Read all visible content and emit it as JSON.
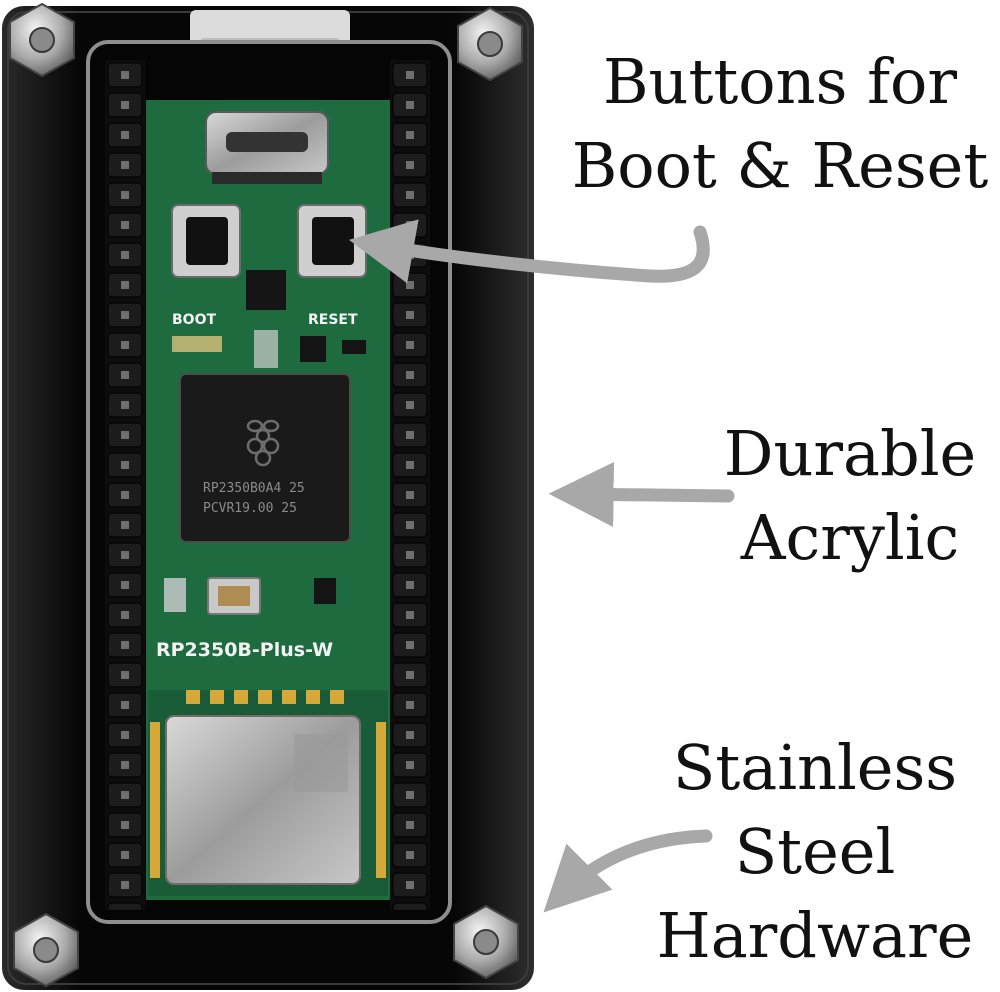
{
  "board": {
    "boot_label": "BOOT",
    "reset_label": "RESET",
    "model_label": "RP2350B-Plus-W",
    "chip_line1": "RP2350B0A4 25",
    "chip_line2": "PCVR19.00  25"
  },
  "callouts": {
    "buttons": [
      "Buttons for",
      "Boot & Reset"
    ],
    "acrylic": [
      "Durable",
      "Acrylic"
    ],
    "hardware": [
      "Stainless",
      "Steel",
      "Hardware"
    ]
  },
  "colors": {
    "acrylic": "#0b0b0b",
    "pcb": "#1f6b40",
    "arrow": "#a8a8a8",
    "text": "#111111"
  },
  "icons": {
    "logo": "raspberry-logo-icon",
    "screws": "hex-screw-icon",
    "arrows": "arrow-icon"
  }
}
